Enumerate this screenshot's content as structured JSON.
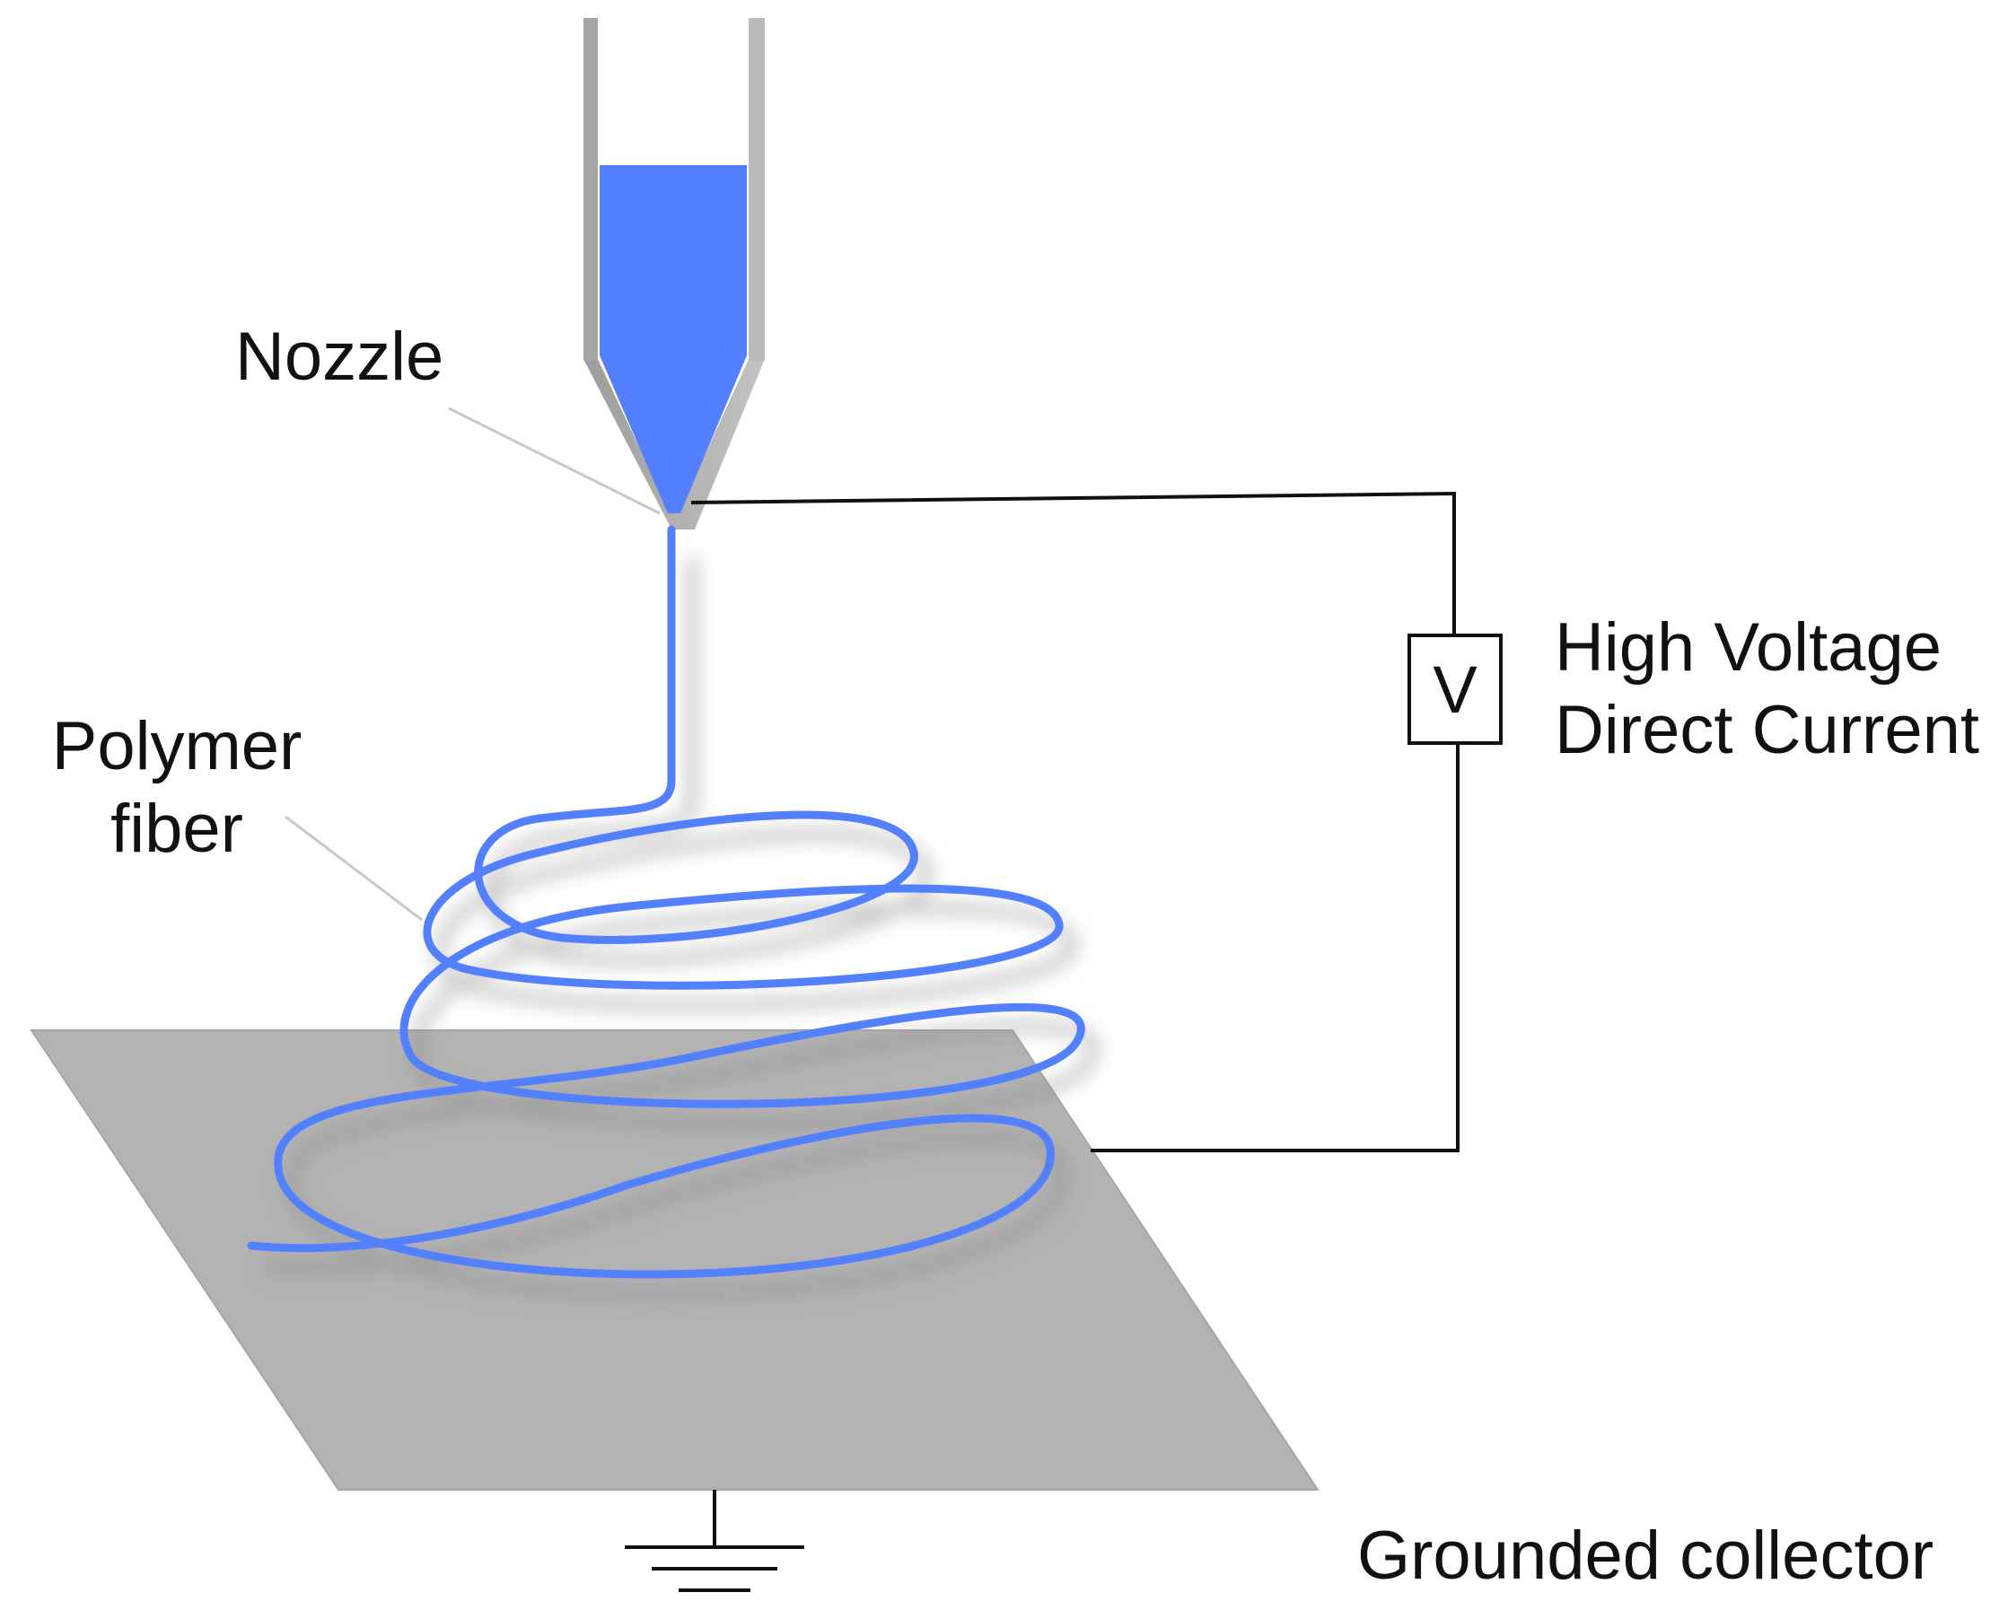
{
  "labels": {
    "nozzle": "Nozzle",
    "polymer_line1": "Polymer",
    "polymer_line2": "fiber",
    "hv_line1": "High Voltage",
    "hv_line2": "Direct Current",
    "voltmeter_symbol": "V",
    "collector": "Grounded collector"
  },
  "colors": {
    "polymer_solution": "#5280ff",
    "syringe_wall": "#b0b0b0",
    "collector_plate": "#b3b3b3",
    "wire": "#111111",
    "leader_line": "#c8c8c8"
  }
}
